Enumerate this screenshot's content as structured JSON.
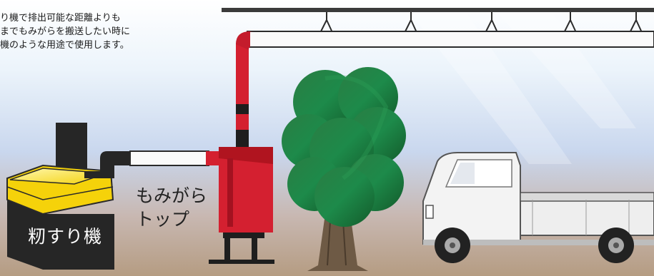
{
  "caption": {
    "lines": [
      "り機で排出可能な距離よりも",
      "までもみがらを搬送したい時に",
      "機のような用途で使用します。"
    ]
  },
  "labels": {
    "husker": "籾すり機",
    "topper_line1": "もみがら",
    "topper_line2": "トップ"
  },
  "colors": {
    "duct_red": "#d42030",
    "duct_dark": "#1e1e1e",
    "box_yellow": "#f5d20a",
    "tree_green": "#1c6e35",
    "trunk": "#6e5a45"
  },
  "icons": [
    "truck-icon",
    "tree-icon",
    "hanger-icon"
  ]
}
